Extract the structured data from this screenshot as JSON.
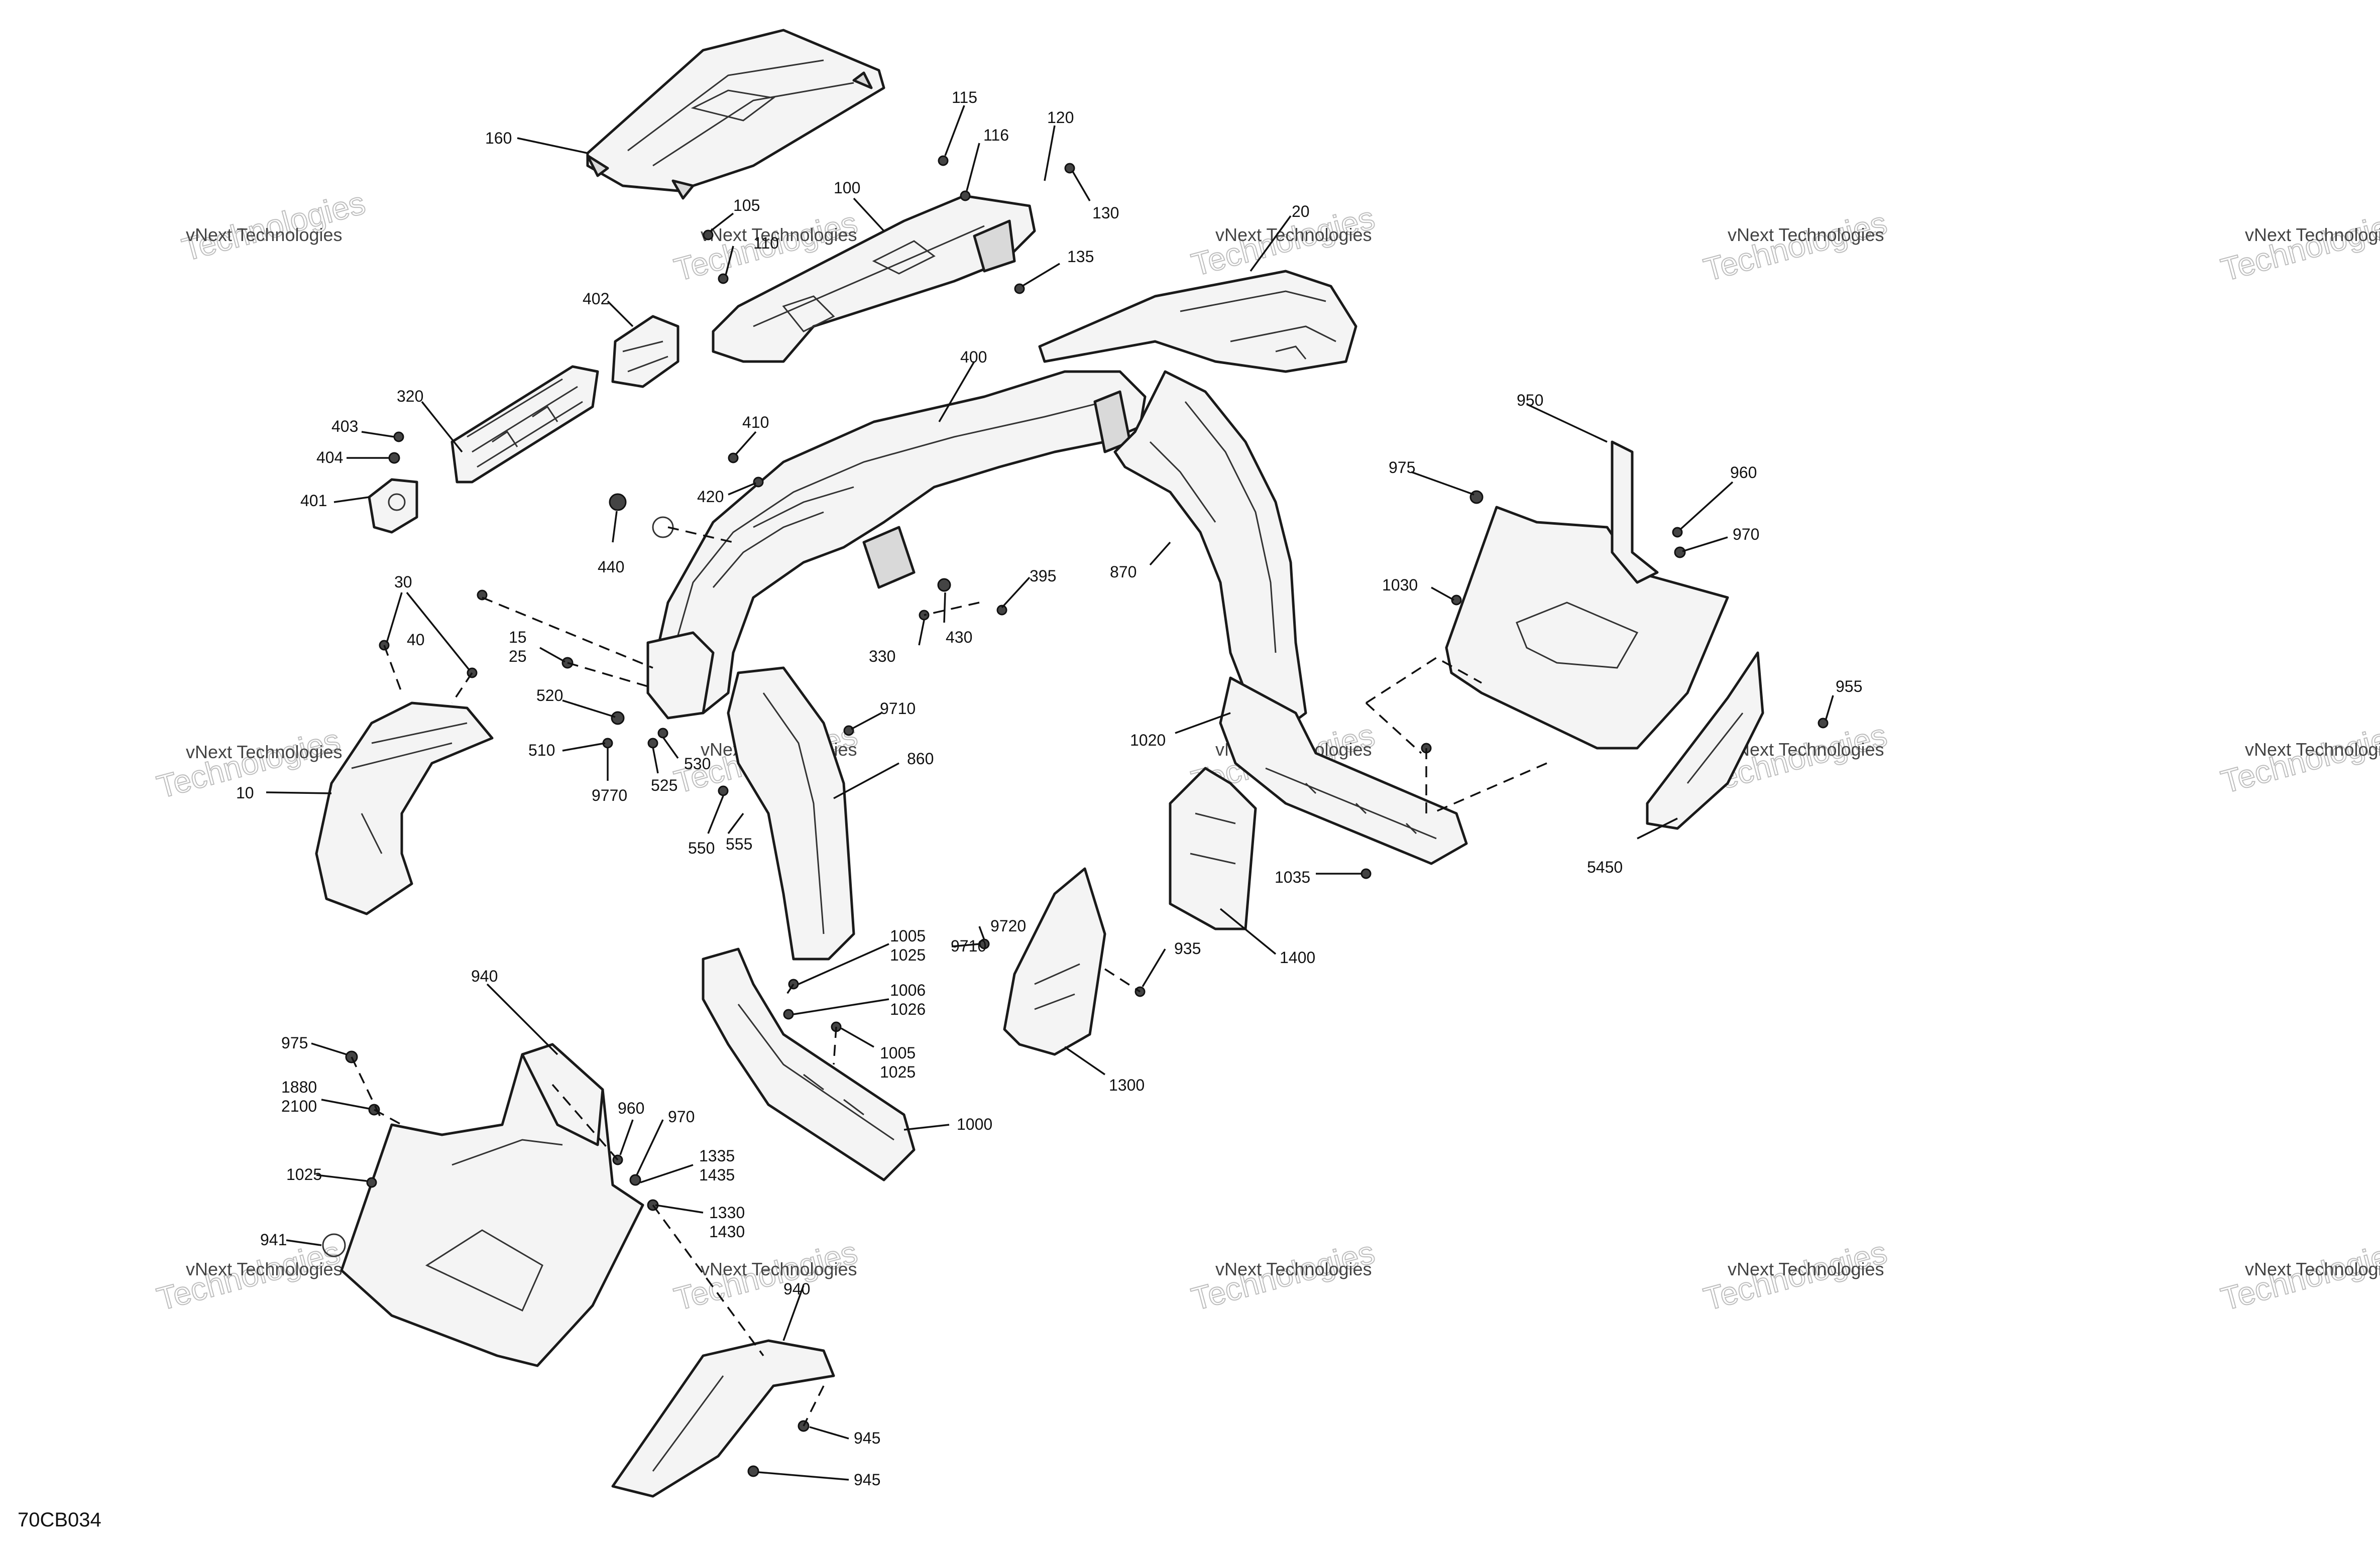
{
  "diagram": {
    "reference_code": "70CB034",
    "watermark": {
      "line1": "vNext Technologies",
      "line2": "Technologies"
    },
    "callouts": {
      "c160": "160",
      "c115": "115",
      "c116": "116",
      "c120": "120",
      "c130": "130",
      "c105": "105",
      "c110": "110",
      "c100": "100",
      "c135": "135",
      "c20": "20",
      "c402": "402",
      "c320": "320",
      "c403": "403",
      "c404": "404",
      "c401": "401",
      "c400": "400",
      "c410": "410",
      "c420": "420",
      "c440": "440",
      "c395": "395",
      "c430": "430",
      "c330": "330",
      "c870": "870",
      "c950": "950",
      "c975a": "975",
      "c960a": "960",
      "c970a": "970",
      "c1030": "1030",
      "c30": "30",
      "c40": "40",
      "c15": "15",
      "c25": "25",
      "c520": "520",
      "c510": "510",
      "c9770": "9770",
      "c525": "525",
      "c530": "530",
      "c9710a": "9710",
      "c860": "860",
      "c550": "550",
      "c555": "555",
      "c1020": "1020",
      "c955": "955",
      "c5450": "5450",
      "c10": "10",
      "c1035": "1035",
      "c1400": "1400",
      "c1005a": "1005",
      "c1025a": "1025",
      "c1006": "1006",
      "c1026": "1026",
      "c1005b": "1005",
      "c1025b": "1025",
      "c9720": "9720",
      "c9710b": "9710",
      "c935": "935",
      "c1300": "1300",
      "c1000": "1000",
      "c940": "940",
      "c975b": "975",
      "c1880": "1880",
      "c2100": "2100",
      "c960b": "960",
      "c970b": "970",
      "c1335": "1335",
      "c1435": "1435",
      "c1025c": "1025",
      "c1330": "1330",
      "c1430": "1430",
      "c941": "941",
      "c940b": "940",
      "c945a": "945",
      "c945b": "945"
    }
  }
}
